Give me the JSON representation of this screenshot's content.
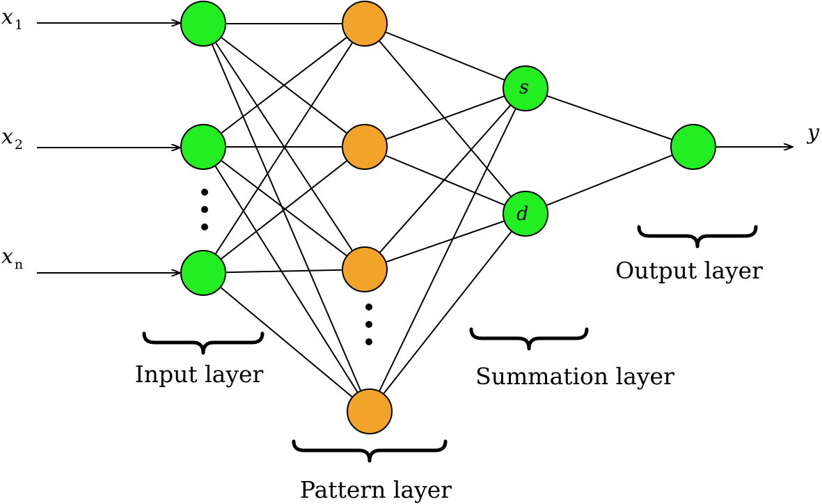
{
  "colors": {
    "green_node": "#22ee22",
    "orange_node": "#f2a32a",
    "stroke": "#000000"
  },
  "inputs": [
    {
      "var": "x",
      "sub": "1"
    },
    {
      "var": "x",
      "sub": "2"
    },
    {
      "var": "x",
      "sub": "n"
    }
  ],
  "summation": {
    "top_letter": "s",
    "bottom_letter": "d"
  },
  "output": {
    "var": "y"
  },
  "layers": {
    "input": "Input layer",
    "pattern": "Pattern layer",
    "summation": "Summation layer",
    "output": "Output layer"
  }
}
